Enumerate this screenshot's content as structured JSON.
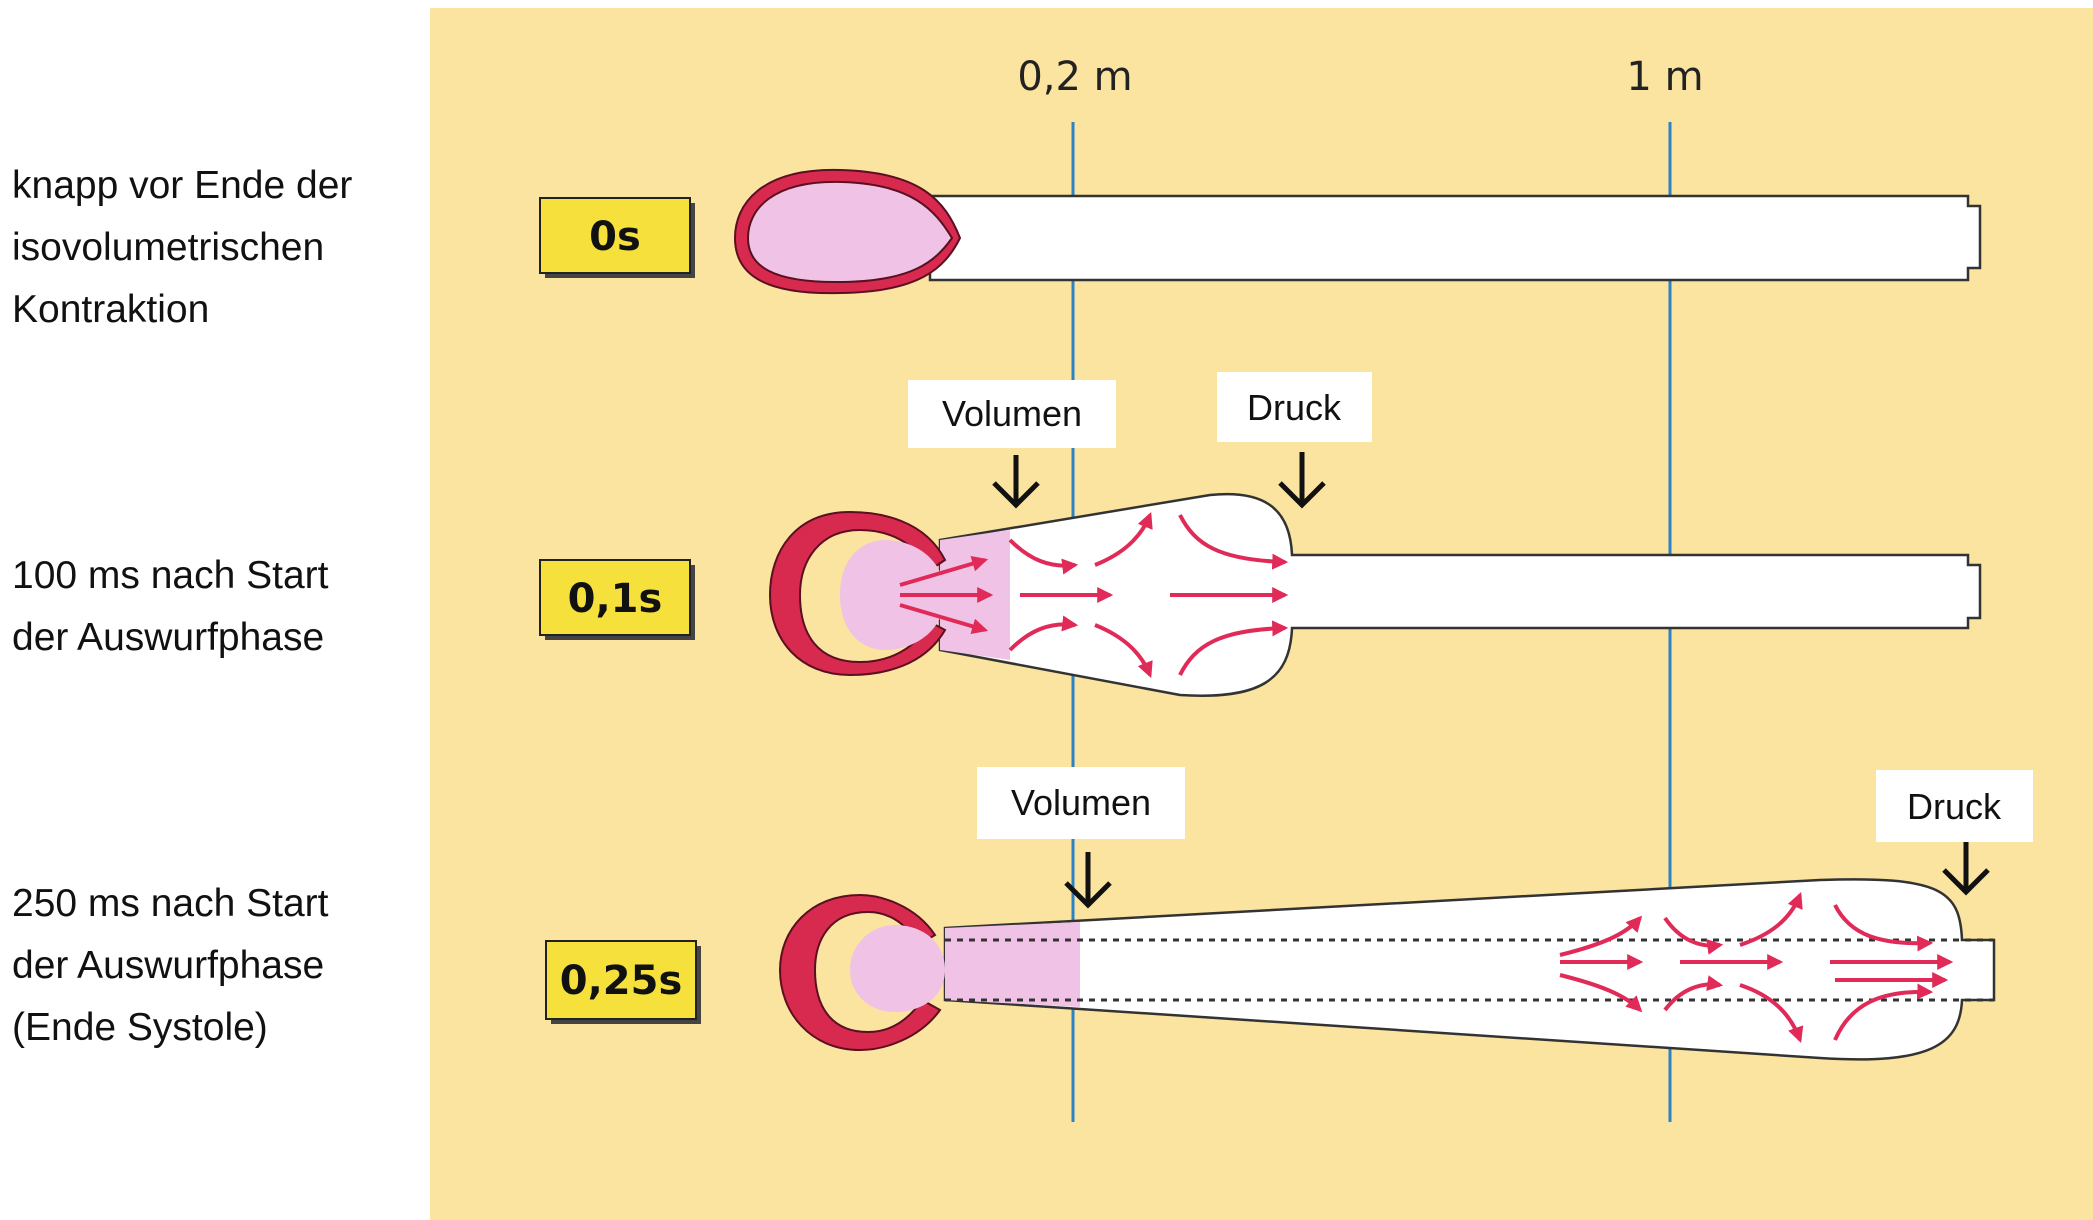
{
  "colors": {
    "background": "#fbe3a0",
    "badge": "#f6e13c",
    "heart_wall": "#d8294f",
    "blood": "#f0c3e6",
    "flow_arrow": "#e02a58",
    "scale_line": "#2b83c6",
    "vessel": "#ffffff"
  },
  "scale": {
    "mark_1": "0,2 m",
    "mark_2": "1 m"
  },
  "rows": [
    {
      "time": "0s",
      "caption": "knapp vor Ende der\nisovolumetrischen\nKontraktion"
    },
    {
      "time": "0,1s",
      "caption": "100 ms nach Start\nder Auswurfphase",
      "volume_label": "Volumen",
      "pressure_label": "Druck"
    },
    {
      "time": "0,25s",
      "caption": "250 ms nach Start\nder Auswurfphase\n(Ende Systole)",
      "volume_label": "Volumen",
      "pressure_label": "Druck"
    }
  ]
}
